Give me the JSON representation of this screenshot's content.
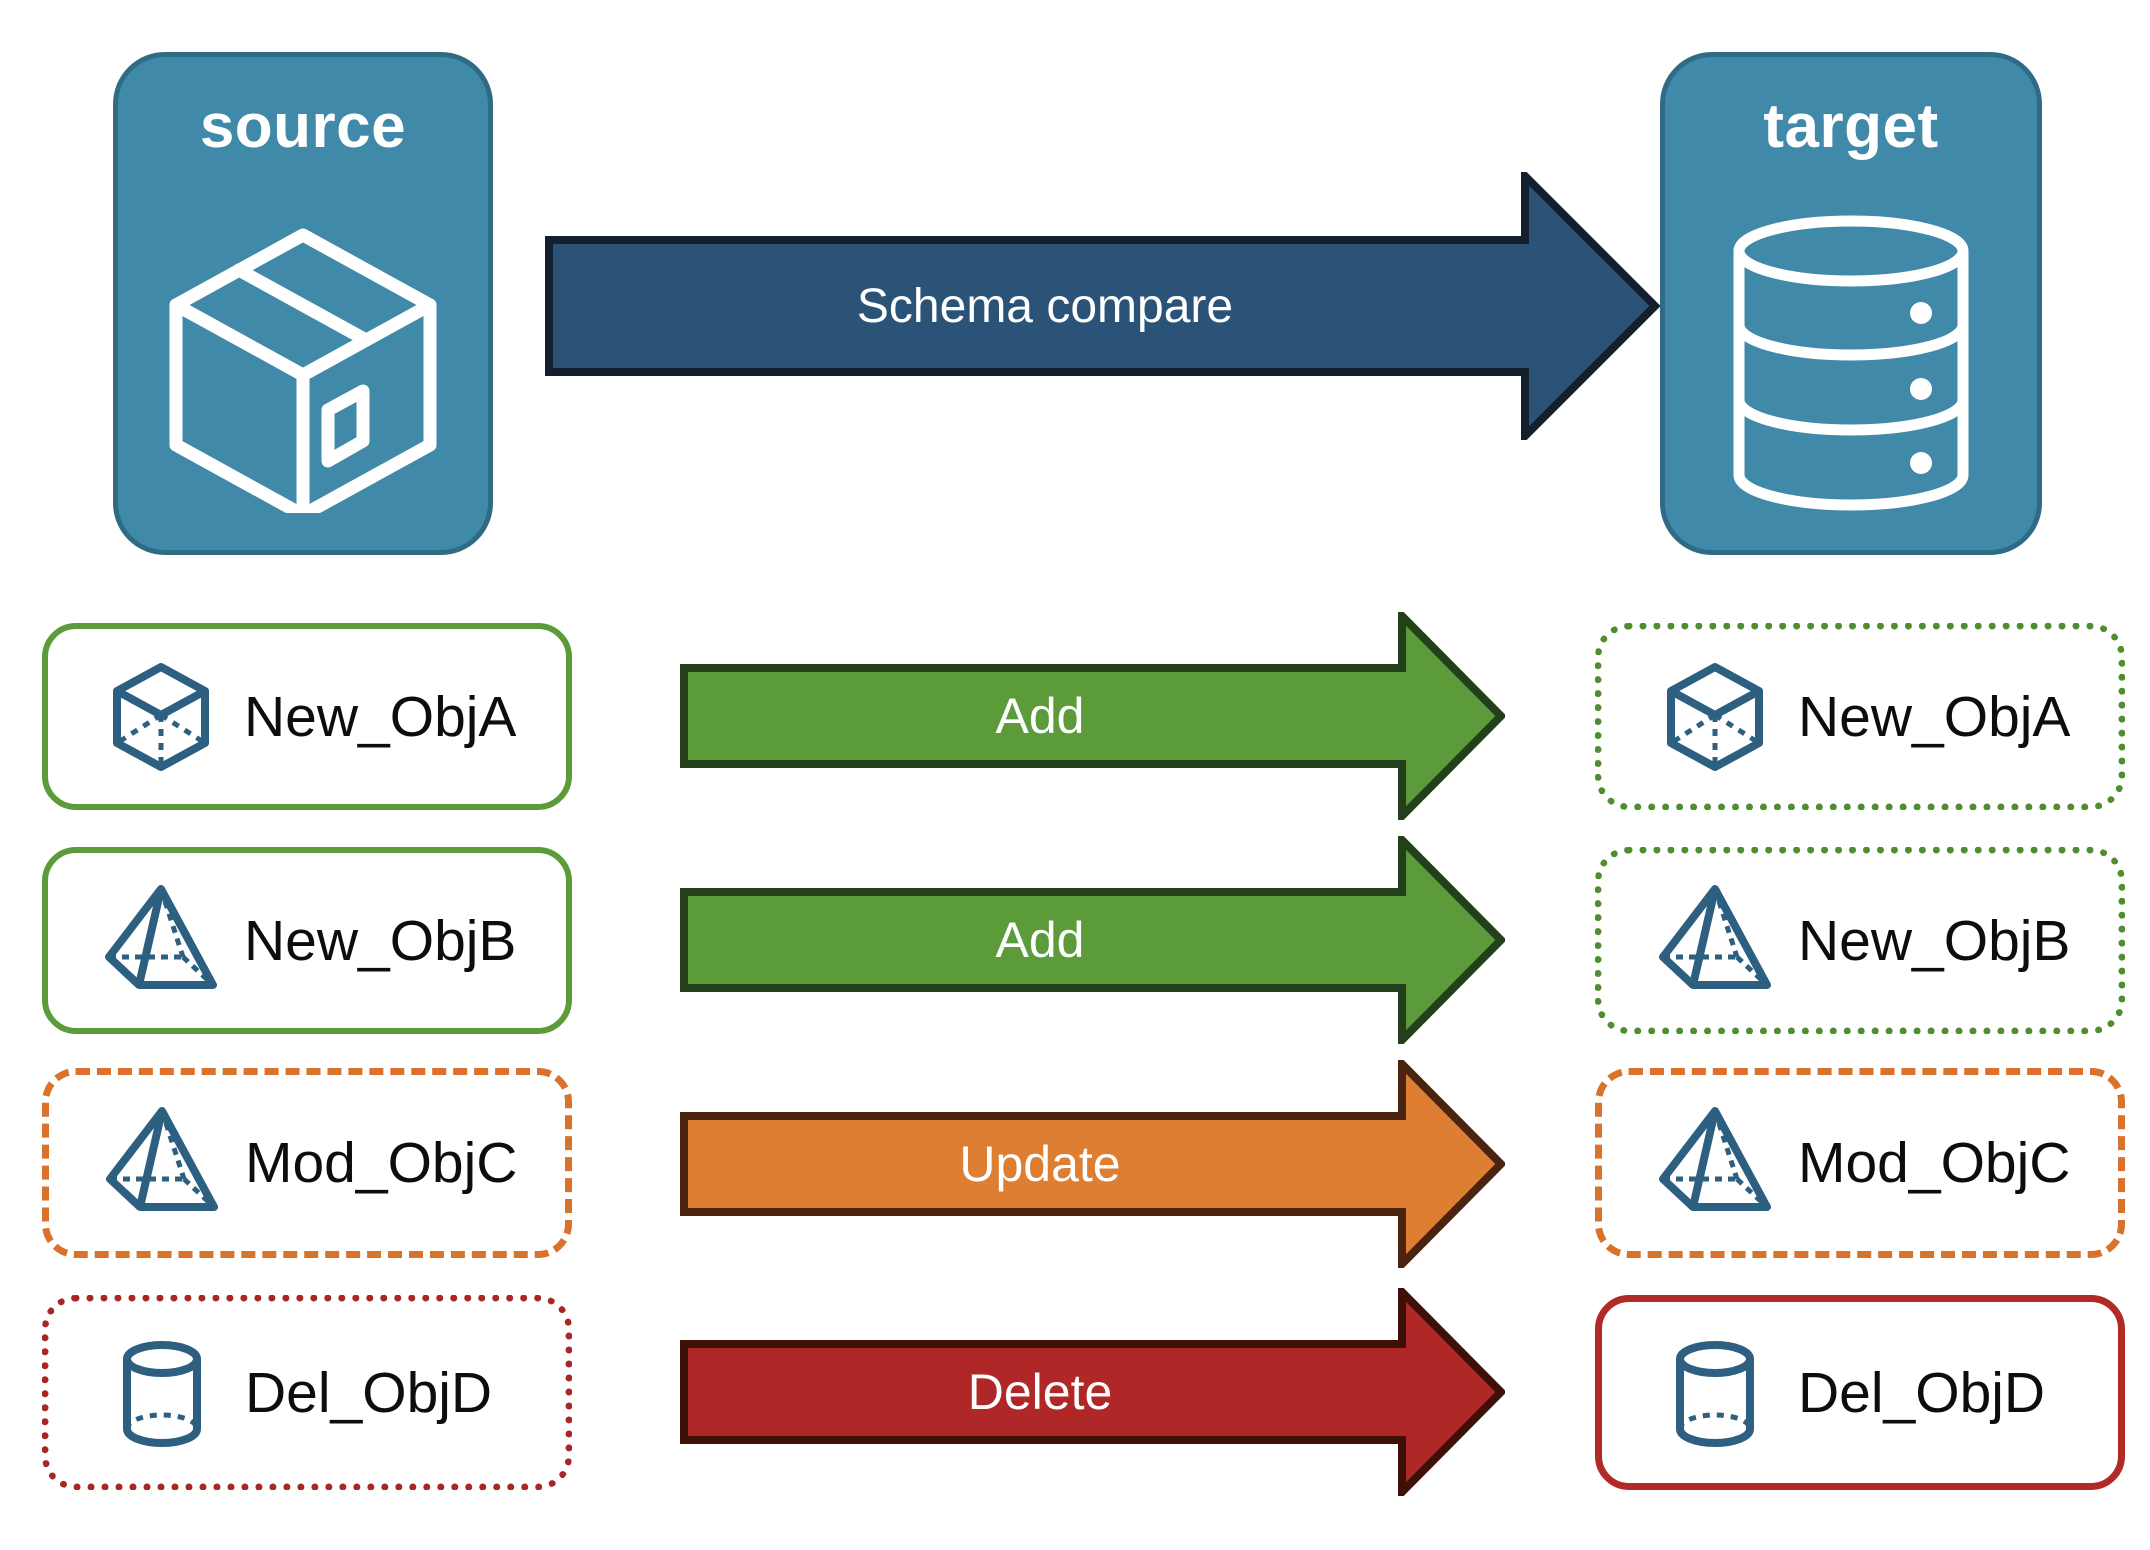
{
  "diagram": {
    "title": "Schema compare between source package and target database",
    "endpoints": [
      {
        "id": "source",
        "label": "source",
        "icon": "package-box-icon"
      },
      {
        "id": "target",
        "label": "target",
        "icon": "database-cylinder-icon"
      }
    ],
    "main_arrow": {
      "label": "Schema compare",
      "color": "#2A5377",
      "outline": "#141F2E"
    },
    "rows": [
      {
        "source_label": "New_ObjA",
        "target_label": "New_ObjA",
        "action": "Add",
        "icon": "wireframe-cube-icon",
        "arrow_fill": "#5B9B39",
        "arrow_outline": "#24401A",
        "source_border_style": "solid",
        "source_border_color": "#5B9B39",
        "target_border_style": "dotted",
        "target_border_color": "#4E8E2F"
      },
      {
        "source_label": "New_ObjB",
        "target_label": "New_ObjB",
        "action": "Add",
        "icon": "wireframe-pyramid-icon",
        "arrow_fill": "#5B9B39",
        "arrow_outline": "#24401A",
        "source_border_style": "solid",
        "source_border_color": "#5B9B39",
        "target_border_style": "dotted",
        "target_border_color": "#4E8E2F"
      },
      {
        "source_label": "Mod_ObjC",
        "target_label": "Mod_ObjC",
        "action": "Update",
        "icon": "wireframe-pyramid-icon",
        "arrow_fill": "#DD7E32",
        "arrow_outline": "#4A2410",
        "source_border_style": "dashed",
        "source_border_color": "#D9722A",
        "target_border_style": "dashed",
        "target_border_color": "#D9722A"
      },
      {
        "source_label": "Del_ObjD",
        "target_label": "Del_ObjD",
        "action": "Delete",
        "icon": "wireframe-cylinder-icon",
        "arrow_fill": "#AF2726",
        "arrow_outline": "#3D1008",
        "source_border_style": "dotted",
        "source_border_color": "#A82725",
        "target_border_style": "solid",
        "target_border_color": "#B22A26"
      }
    ],
    "colors": {
      "panel_fill": "#4089A8",
      "panel_stroke": "#2F6B85",
      "shape_stroke": "#2D5F80",
      "add": "#5B9B39",
      "update": "#DD7E32",
      "delete": "#AF2726",
      "schema_arrow": "#2A5377"
    }
  }
}
